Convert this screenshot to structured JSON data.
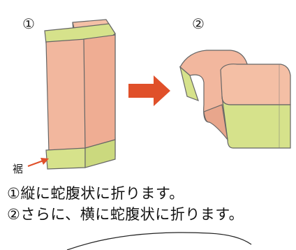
{
  "steps": [
    {
      "number": "①"
    },
    {
      "number": "②"
    }
  ],
  "labels": {
    "hem": "裾"
  },
  "instructions": {
    "line1": "①縦に蛇腹状に折ります。",
    "line2": "②さらに、横に蛇腹状に折ります。"
  },
  "colors": {
    "body": "#f2b79e",
    "hem": "#d6e28b",
    "arrow": "#e0502a",
    "outline": "#555555"
  }
}
